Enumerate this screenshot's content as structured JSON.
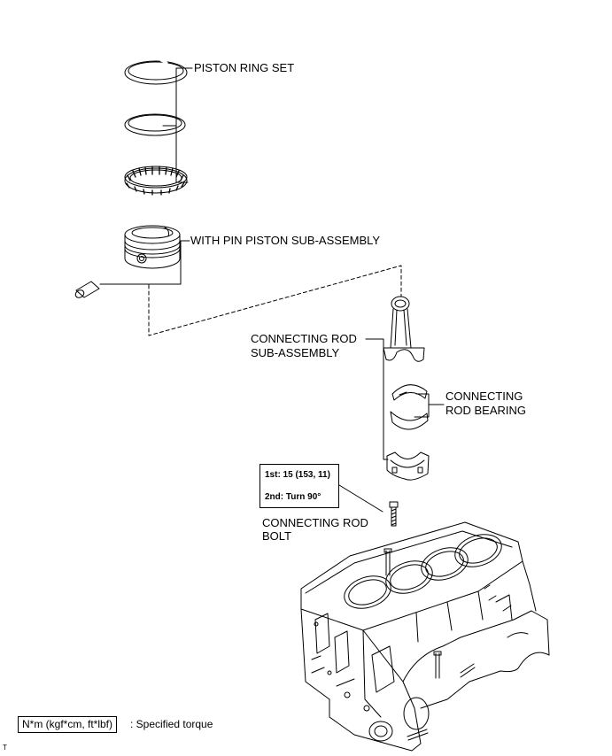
{
  "labels": {
    "piston_ring_set": "PISTON RING SET",
    "with_pin_piston": "WITH PIN PISTON SUB-ASSEMBLY",
    "connecting_rod_sub": [
      "CONNECTING ROD",
      "SUB-ASSEMBLY"
    ],
    "connecting_rod_bearing": [
      "CONNECTING",
      "ROD BEARING"
    ],
    "connecting_rod_bolt": [
      "CONNECTING ROD",
      "BOLT"
    ]
  },
  "torque": {
    "first": "1st: 15 (153, 11)",
    "second": "2nd: Turn 90°"
  },
  "legend": {
    "unit": "N*m (kgf*cm, ft*lbf)",
    "text": ": Specified torque"
  },
  "reference_mark": "T"
}
